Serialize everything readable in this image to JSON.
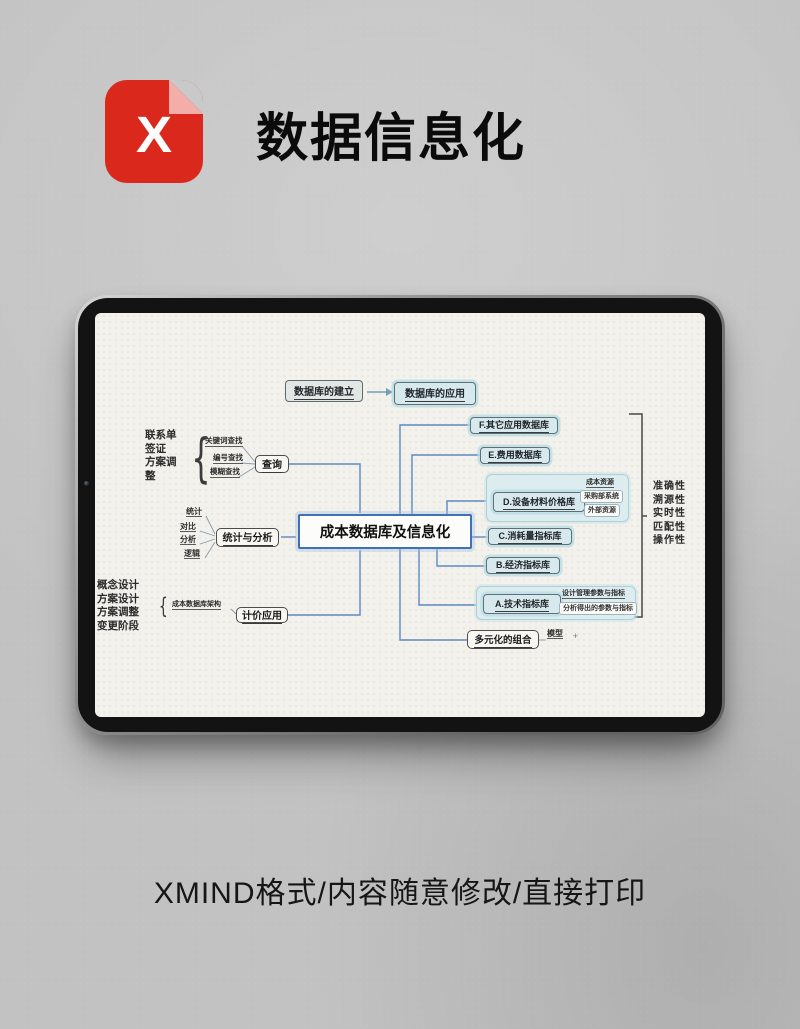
{
  "header": {
    "title": "数据信息化",
    "logo_letter": "X"
  },
  "footer": {
    "caption": "XMIND格式/内容随意修改/直接打印"
  },
  "mindmap": {
    "root": "成本数据库及信息化",
    "top_nodes": {
      "establish": "数据库的建立",
      "apply": "数据库的应用"
    },
    "right_branch": {
      "f": "F.其它应用数据库",
      "e": "E.费用数据库",
      "d": {
        "label": "D.设备材料价格库",
        "children": [
          "成本资源",
          "采购部系统",
          "外部资源"
        ]
      },
      "c": "C.消耗量指标库",
      "b": "B.经济指标库",
      "a": {
        "label": "A.技术指标库",
        "children": [
          "设计管理参数与指标",
          "分析得出的参数与指标"
        ]
      },
      "combo": {
        "label": "多元化的组合",
        "children": [
          "模型"
        ]
      },
      "qualities": [
        "准确性",
        "溯源性",
        "实时性",
        "匹配性",
        "操作性"
      ]
    },
    "left_branch": {
      "query": {
        "label": "查询",
        "children": [
          "关键词查找",
          "编号查找",
          "模糊查找"
        ],
        "notes": [
          "联系单",
          "签证",
          "方案调整"
        ]
      },
      "stats": {
        "label": "统计与分析",
        "children": [
          "统计",
          "对比",
          "分析",
          "逻辑"
        ]
      },
      "pricing": {
        "label": "计价应用",
        "children": [
          "成本数据库架构"
        ],
        "notes": [
          "概念设计",
          "方案设计",
          "方案调整",
          "变更阶段"
        ]
      }
    }
  }
}
